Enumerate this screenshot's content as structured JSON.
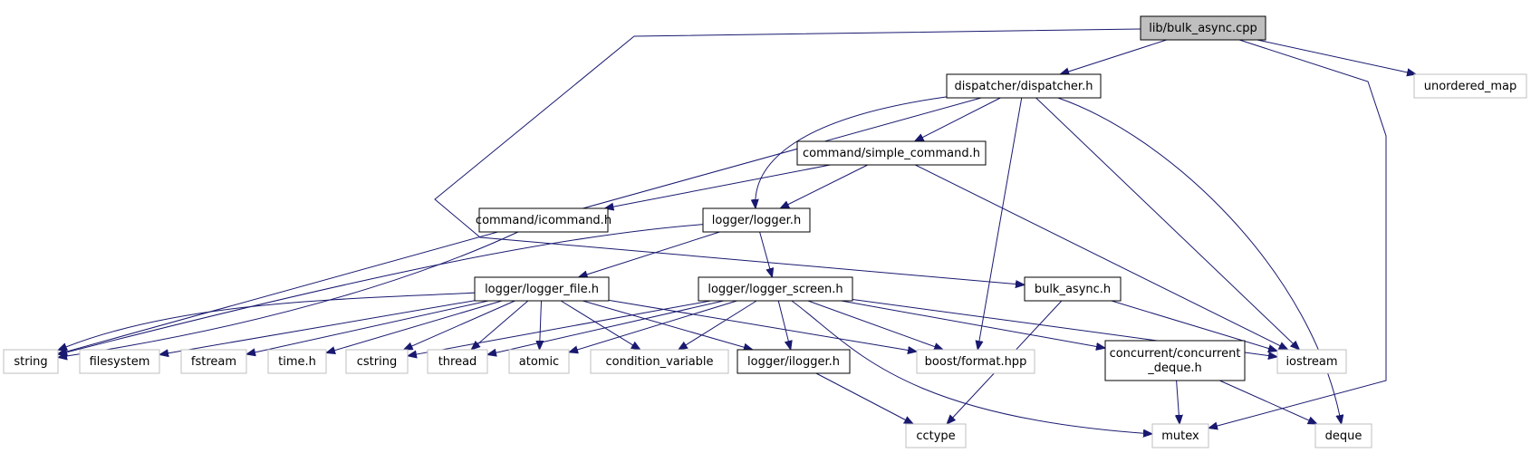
{
  "colors": {
    "edge": "#191970",
    "local_border": "#000000",
    "system_border": "#bfbfbf",
    "root_fill": "#bfbfbf",
    "node_fill": "#ffffff"
  },
  "nodes": [
    {
      "id": "bulk_async_cpp",
      "lines": [
        "lib/bulk_async.cpp"
      ],
      "kind": "root"
    },
    {
      "id": "dispatcher_h",
      "lines": [
        "dispatcher/dispatcher.h"
      ],
      "kind": "local"
    },
    {
      "id": "unordered_map",
      "lines": [
        "unordered_map"
      ],
      "kind": "system"
    },
    {
      "id": "simple_command_h",
      "lines": [
        "command/simple_command.h"
      ],
      "kind": "local"
    },
    {
      "id": "icommand_h",
      "lines": [
        "command/icommand.h"
      ],
      "kind": "local"
    },
    {
      "id": "logger_h",
      "lines": [
        "logger/logger.h"
      ],
      "kind": "local"
    },
    {
      "id": "logger_file_h",
      "lines": [
        "logger/logger_file.h"
      ],
      "kind": "local"
    },
    {
      "id": "logger_screen_h",
      "lines": [
        "logger/logger_screen.h"
      ],
      "kind": "local"
    },
    {
      "id": "bulk_async_h",
      "lines": [
        "bulk_async.h"
      ],
      "kind": "local"
    },
    {
      "id": "string",
      "lines": [
        "string"
      ],
      "kind": "system"
    },
    {
      "id": "filesystem",
      "lines": [
        "filesystem"
      ],
      "kind": "system"
    },
    {
      "id": "fstream",
      "lines": [
        "fstream"
      ],
      "kind": "system"
    },
    {
      "id": "time_h",
      "lines": [
        "time.h"
      ],
      "kind": "system"
    },
    {
      "id": "cstring",
      "lines": [
        "cstring"
      ],
      "kind": "system"
    },
    {
      "id": "thread",
      "lines": [
        "thread"
      ],
      "kind": "system"
    },
    {
      "id": "atomic",
      "lines": [
        "atomic"
      ],
      "kind": "system"
    },
    {
      "id": "condition_variable",
      "lines": [
        "condition_variable"
      ],
      "kind": "system"
    },
    {
      "id": "ilogger_h",
      "lines": [
        "logger/ilogger.h"
      ],
      "kind": "local"
    },
    {
      "id": "boost_format",
      "lines": [
        "boost/format.hpp"
      ],
      "kind": "system"
    },
    {
      "id": "concurrent_deque_h",
      "lines": [
        "concurrent/concurrent",
        "_deque.h"
      ],
      "kind": "local"
    },
    {
      "id": "iostream",
      "lines": [
        "iostream"
      ],
      "kind": "system"
    },
    {
      "id": "cctype",
      "lines": [
        "cctype"
      ],
      "kind": "system"
    },
    {
      "id": "mutex",
      "lines": [
        "mutex"
      ],
      "kind": "system"
    },
    {
      "id": "deque",
      "lines": [
        "deque"
      ],
      "kind": "system"
    }
  ],
  "edges": [
    {
      "from": "bulk_async_cpp",
      "to": "dispatcher_h"
    },
    {
      "from": "bulk_async_cpp",
      "to": "unordered_map"
    },
    {
      "from": "bulk_async_cpp",
      "to": "mutex"
    },
    {
      "from": "bulk_async_cpp",
      "to": "bulk_async_h"
    },
    {
      "from": "dispatcher_h",
      "to": "simple_command_h"
    },
    {
      "from": "dispatcher_h",
      "to": "logger_h"
    },
    {
      "from": "dispatcher_h",
      "to": "string"
    },
    {
      "from": "dispatcher_h",
      "to": "boost_format"
    },
    {
      "from": "dispatcher_h",
      "to": "iostream"
    },
    {
      "from": "dispatcher_h",
      "to": "deque"
    },
    {
      "from": "simple_command_h",
      "to": "icommand_h"
    },
    {
      "from": "simple_command_h",
      "to": "logger_h"
    },
    {
      "from": "simple_command_h",
      "to": "iostream"
    },
    {
      "from": "icommand_h",
      "to": "string"
    },
    {
      "from": "logger_h",
      "to": "logger_file_h"
    },
    {
      "from": "logger_h",
      "to": "logger_screen_h"
    },
    {
      "from": "logger_h",
      "to": "string"
    },
    {
      "from": "logger_file_h",
      "to": "string"
    },
    {
      "from": "logger_file_h",
      "to": "filesystem"
    },
    {
      "from": "logger_file_h",
      "to": "fstream"
    },
    {
      "from": "logger_file_h",
      "to": "time_h"
    },
    {
      "from": "logger_file_h",
      "to": "cstring"
    },
    {
      "from": "logger_file_h",
      "to": "thread"
    },
    {
      "from": "logger_file_h",
      "to": "atomic"
    },
    {
      "from": "logger_file_h",
      "to": "condition_variable"
    },
    {
      "from": "logger_file_h",
      "to": "ilogger_h"
    },
    {
      "from": "logger_file_h",
      "to": "boost_format"
    },
    {
      "from": "logger_screen_h",
      "to": "cstring"
    },
    {
      "from": "logger_screen_h",
      "to": "thread"
    },
    {
      "from": "logger_screen_h",
      "to": "atomic"
    },
    {
      "from": "logger_screen_h",
      "to": "condition_variable"
    },
    {
      "from": "logger_screen_h",
      "to": "ilogger_h"
    },
    {
      "from": "logger_screen_h",
      "to": "boost_format"
    },
    {
      "from": "logger_screen_h",
      "to": "concurrent_deque_h"
    },
    {
      "from": "logger_screen_h",
      "to": "iostream"
    },
    {
      "from": "logger_screen_h",
      "to": "mutex"
    },
    {
      "from": "bulk_async_h",
      "to": "iostream"
    },
    {
      "from": "bulk_async_h",
      "to": "cctype"
    },
    {
      "from": "ilogger_h",
      "to": "cctype"
    },
    {
      "from": "concurrent_deque_h",
      "to": "mutex"
    },
    {
      "from": "concurrent_deque_h",
      "to": "deque"
    }
  ]
}
